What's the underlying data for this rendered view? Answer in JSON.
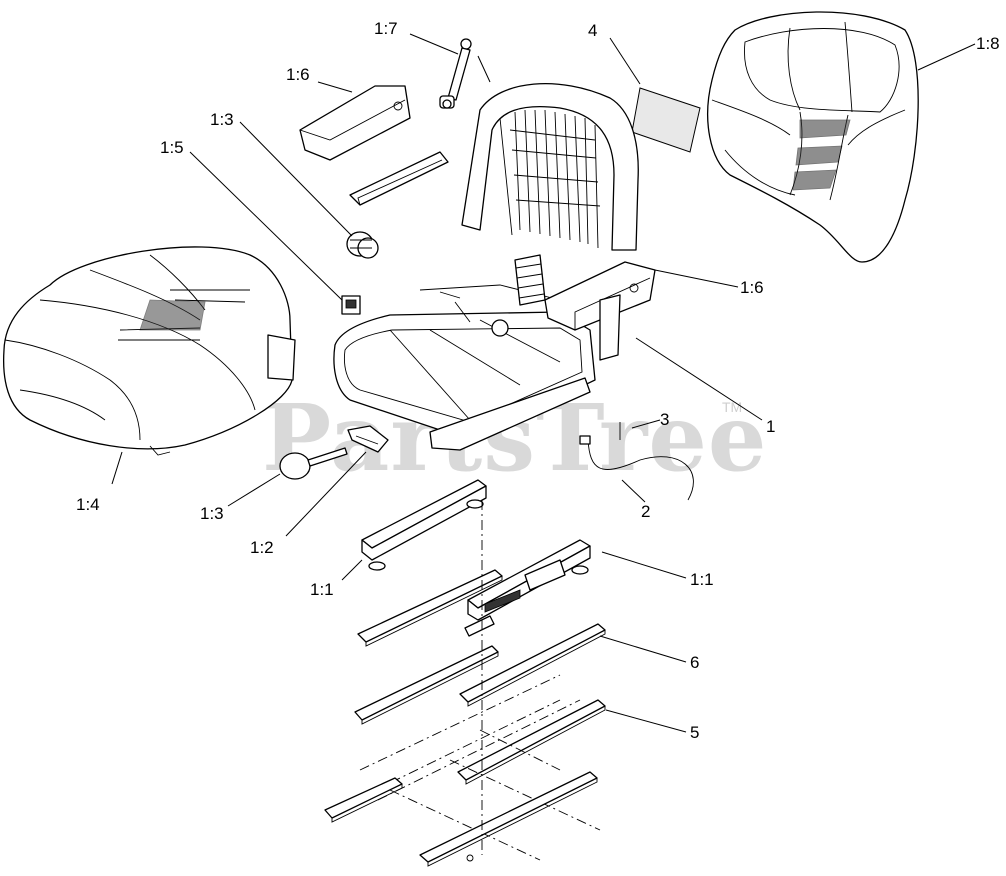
{
  "watermark": {
    "brand": "PartsTree",
    "trademark": "TM"
  },
  "callouts": [
    {
      "id": "c-1-7",
      "text": "1:7"
    },
    {
      "id": "c-4",
      "text": "4"
    },
    {
      "id": "c-1-8",
      "text": "1:8"
    },
    {
      "id": "c-1-6-top",
      "text": "1:6"
    },
    {
      "id": "c-1-3-top",
      "text": "1:3"
    },
    {
      "id": "c-1-5",
      "text": "1:5"
    },
    {
      "id": "c-1-6-right",
      "text": "1:6"
    },
    {
      "id": "c-1",
      "text": "1"
    },
    {
      "id": "c-3",
      "text": "3"
    },
    {
      "id": "c-1-4",
      "text": "1:4"
    },
    {
      "id": "c-1-3-bottom",
      "text": "1:3"
    },
    {
      "id": "c-1-2",
      "text": "1:2"
    },
    {
      "id": "c-2",
      "text": "2"
    },
    {
      "id": "c-1-1-left",
      "text": "1:1"
    },
    {
      "id": "c-1-1-right",
      "text": "1:1"
    },
    {
      "id": "c-6",
      "text": "6"
    },
    {
      "id": "c-5",
      "text": "5"
    }
  ]
}
